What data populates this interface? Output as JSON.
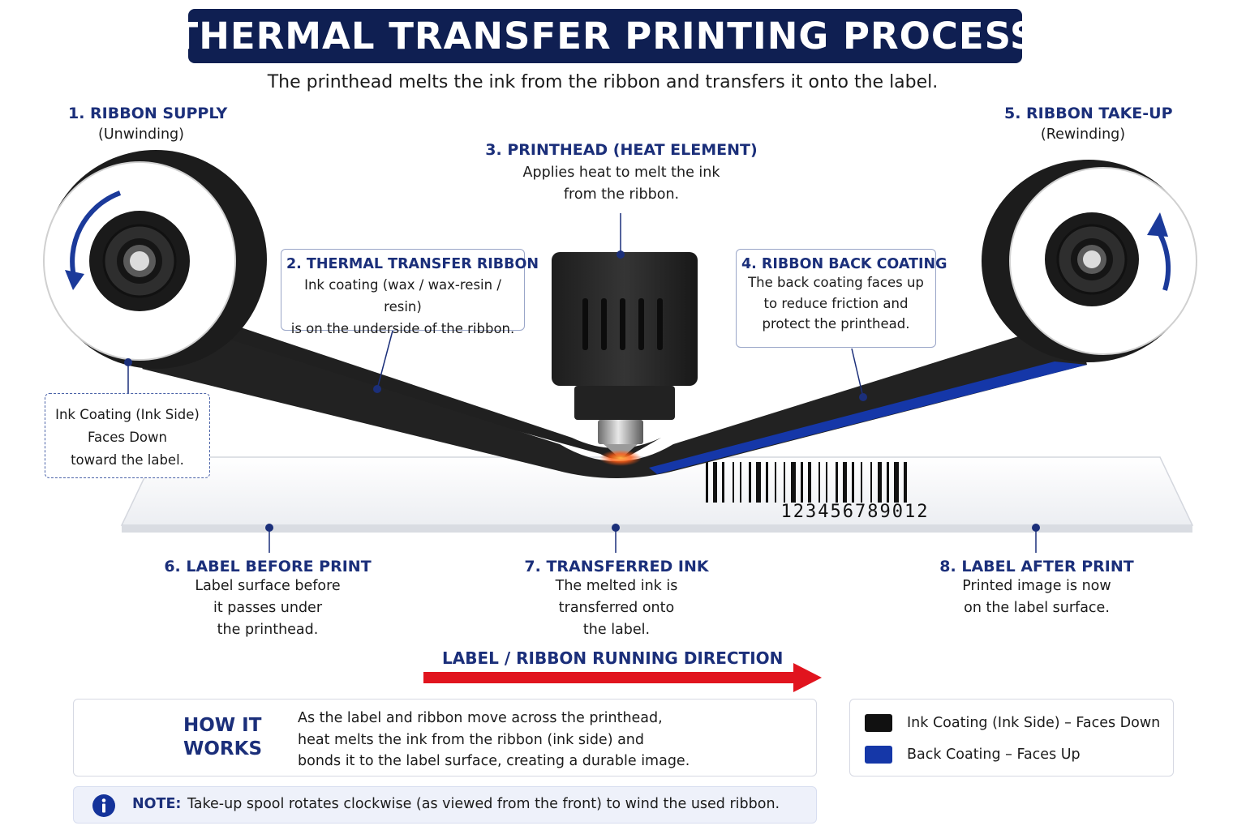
{
  "header": {
    "title": "THERMAL TRANSFER PRINTING PROCESS",
    "subtitle": "The printhead melts the ink from the ribbon and transfers it onto the label."
  },
  "steps": {
    "ribbon_supply": {
      "title": "1. RIBBON SUPPLY",
      "text": "(Unwinding)"
    },
    "thermal_ribbon": {
      "title": "2. THERMAL TRANSFER RIBBON",
      "line1": "Ink coating (wax / wax-resin / resin)",
      "line2": "is on the underside of the ribbon."
    },
    "printhead": {
      "title": "3. PRINTHEAD (HEAT ELEMENT)",
      "line1": "Applies heat to melt the ink",
      "line2": "from the ribbon."
    },
    "back_coating": {
      "title": "4. RIBBON BACK COATING",
      "line1": "The back coating faces up",
      "line2": "to reduce friction and",
      "line3": "protect the printhead."
    },
    "ribbon_takeup": {
      "title": "5. RIBBON TAKE-UP",
      "text": "(Rewinding)"
    },
    "label_before": {
      "title": "6. LABEL BEFORE PRINT",
      "line1": "Label surface before",
      "line2": "it passes under",
      "line3": "the printhead."
    },
    "transferred_ink": {
      "title": "7. TRANSFERRED INK",
      "line1": "The melted ink is",
      "line2": "transferred onto",
      "line3": "the label."
    },
    "label_after": {
      "title": "8. LABEL AFTER PRINT",
      "line1": "Printed image is now",
      "line2": "on the label surface."
    }
  },
  "ink_note": {
    "line1": "Ink Coating (Ink Side)",
    "line2": "Faces Down",
    "line3": "toward the label."
  },
  "barcode": {
    "number": "123456789012"
  },
  "direction": {
    "label": "LABEL / RIBBON RUNNING DIRECTION"
  },
  "how_it_works": {
    "title_line1": "HOW IT",
    "title_line2": "WORKS",
    "line1": "As the label and ribbon move across the printhead,",
    "line2": "heat melts the ink from the ribbon (ink side) and",
    "line3": "bonds it to the label surface, creating a durable image.",
    "icon": "gear-icon"
  },
  "note": {
    "label": "NOTE:",
    "text": "Take-up spool rotates clockwise (as viewed from the front) to wind the used ribbon.",
    "icon": "info-icon"
  },
  "legend": {
    "ink": {
      "label": "Ink Coating (Ink Side) – Faces Down",
      "color": "#111111"
    },
    "back": {
      "label": "Back Coating – Faces Up",
      "color": "#1537a8"
    }
  },
  "colors": {
    "navy": "#1b2f7a",
    "banner": "#0f1f52",
    "arrow": "#e1141e",
    "heat": "#ff6a1a"
  }
}
